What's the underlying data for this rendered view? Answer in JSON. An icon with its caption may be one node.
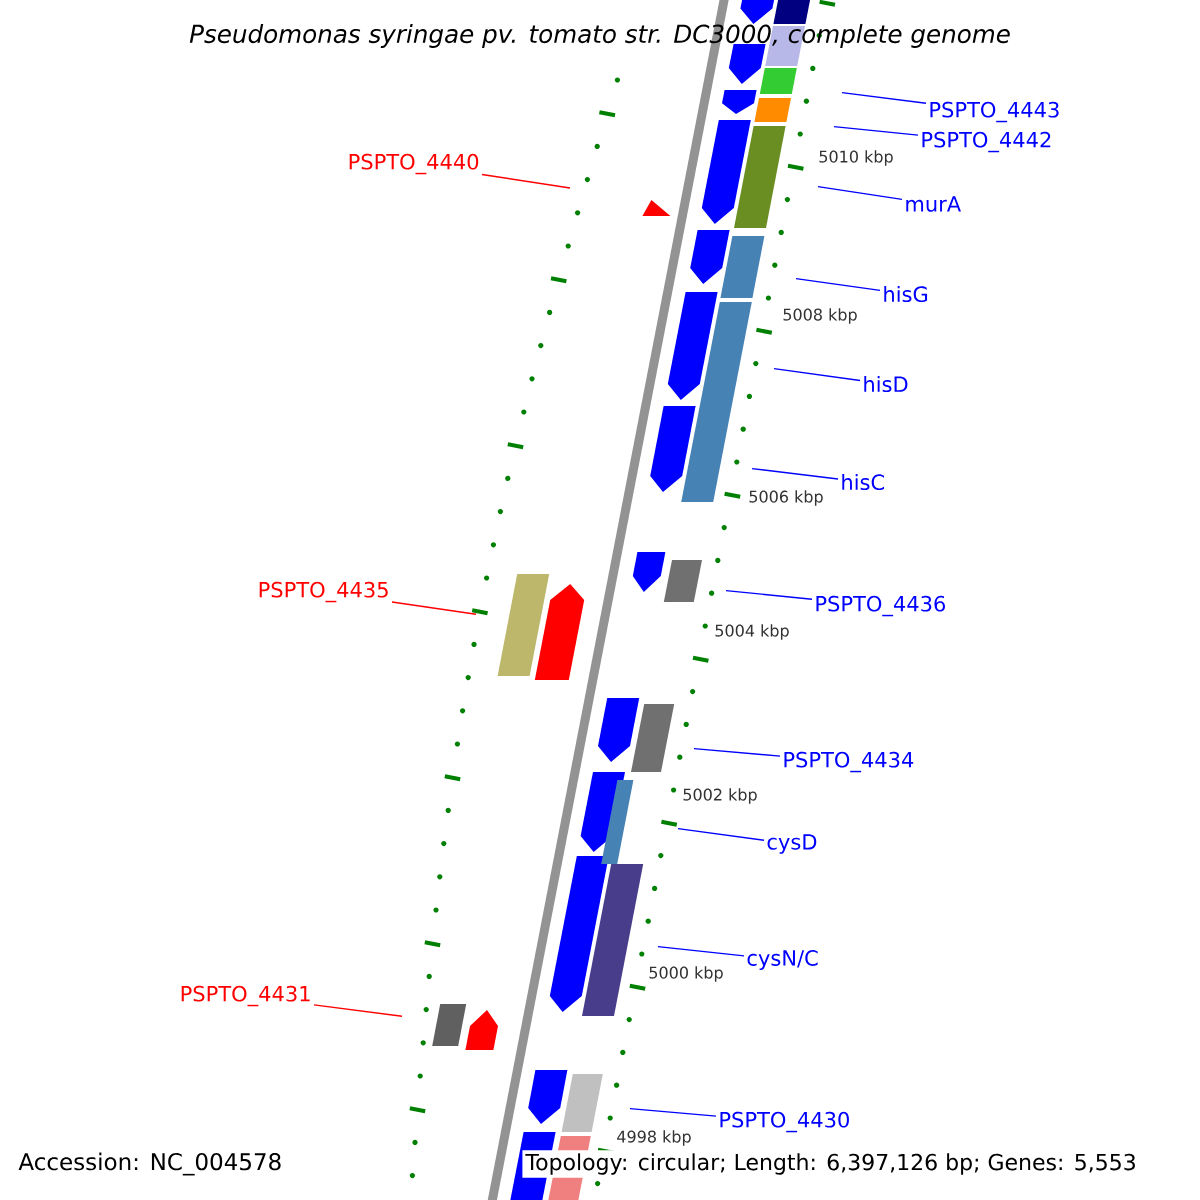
{
  "diagram": {
    "title": "Pseudomonas syringae pv. tomato str. DC3000, complete genome",
    "nodes": [
      {
        "text": [
          "PSPTO_4443"
        ]
      },
      {
        "text": [
          "PSPTO_4442"
        ]
      },
      {
        "text": [
          "PSPTO_4440"
        ]
      },
      {
        "text": [
          "murA"
        ]
      },
      {
        "text": [
          "hisG"
        ]
      },
      {
        "text": [
          "hisD"
        ]
      },
      {
        "text": [
          "hisC"
        ]
      },
      {
        "text": [
          "PSPTO_4435"
        ]
      },
      {
        "text": [
          "PSPTO_4436"
        ]
      },
      {
        "text": [
          "PSPTO_4434"
        ]
      },
      {
        "text": [
          "cysD"
        ]
      },
      {
        "text": [
          "cysN/C"
        ]
      },
      {
        "text": [
          "PSPTO_4431"
        ]
      },
      {
        "text": [
          "PSPTO_4430"
        ]
      }
    ],
    "edges": [
      {
        "from": 0,
        "to": null,
        "arrow": "none"
      },
      {
        "from": 1,
        "to": null,
        "arrow": "none"
      },
      {
        "from": 2,
        "to": null,
        "arrow": "none",
        "color": "#ff0000"
      },
      {
        "from": 3,
        "to": null,
        "arrow": "none"
      },
      {
        "from": 4,
        "to": null,
        "arrow": "none"
      },
      {
        "from": 5,
        "to": null,
        "arrow": "none"
      },
      {
        "from": 6,
        "to": null,
        "arrow": "none"
      },
      {
        "from": 7,
        "to": null,
        "arrow": "none",
        "color": "#ff0000"
      },
      {
        "from": 8,
        "to": null,
        "arrow": "none"
      },
      {
        "from": 9,
        "to": null,
        "arrow": "none"
      },
      {
        "from": 10,
        "to": null,
        "arrow": "none"
      },
      {
        "from": 11,
        "to": null,
        "arrow": "none"
      },
      {
        "from": 12,
        "to": null,
        "arrow": "none",
        "color": "#ff0000"
      },
      {
        "from": 13,
        "to": null,
        "arrow": "none"
      }
    ],
    "labels": [
      "5010 kbp",
      "5008 kbp",
      "5006 kbp",
      "5004 kbp",
      "5002 kbp",
      "5000 kbp",
      "4998 kbp",
      "Accession: NC_004578",
      "Topology: circular; Length: 6,397,126 bp; Genes: 5,553"
    ]
  }
}
